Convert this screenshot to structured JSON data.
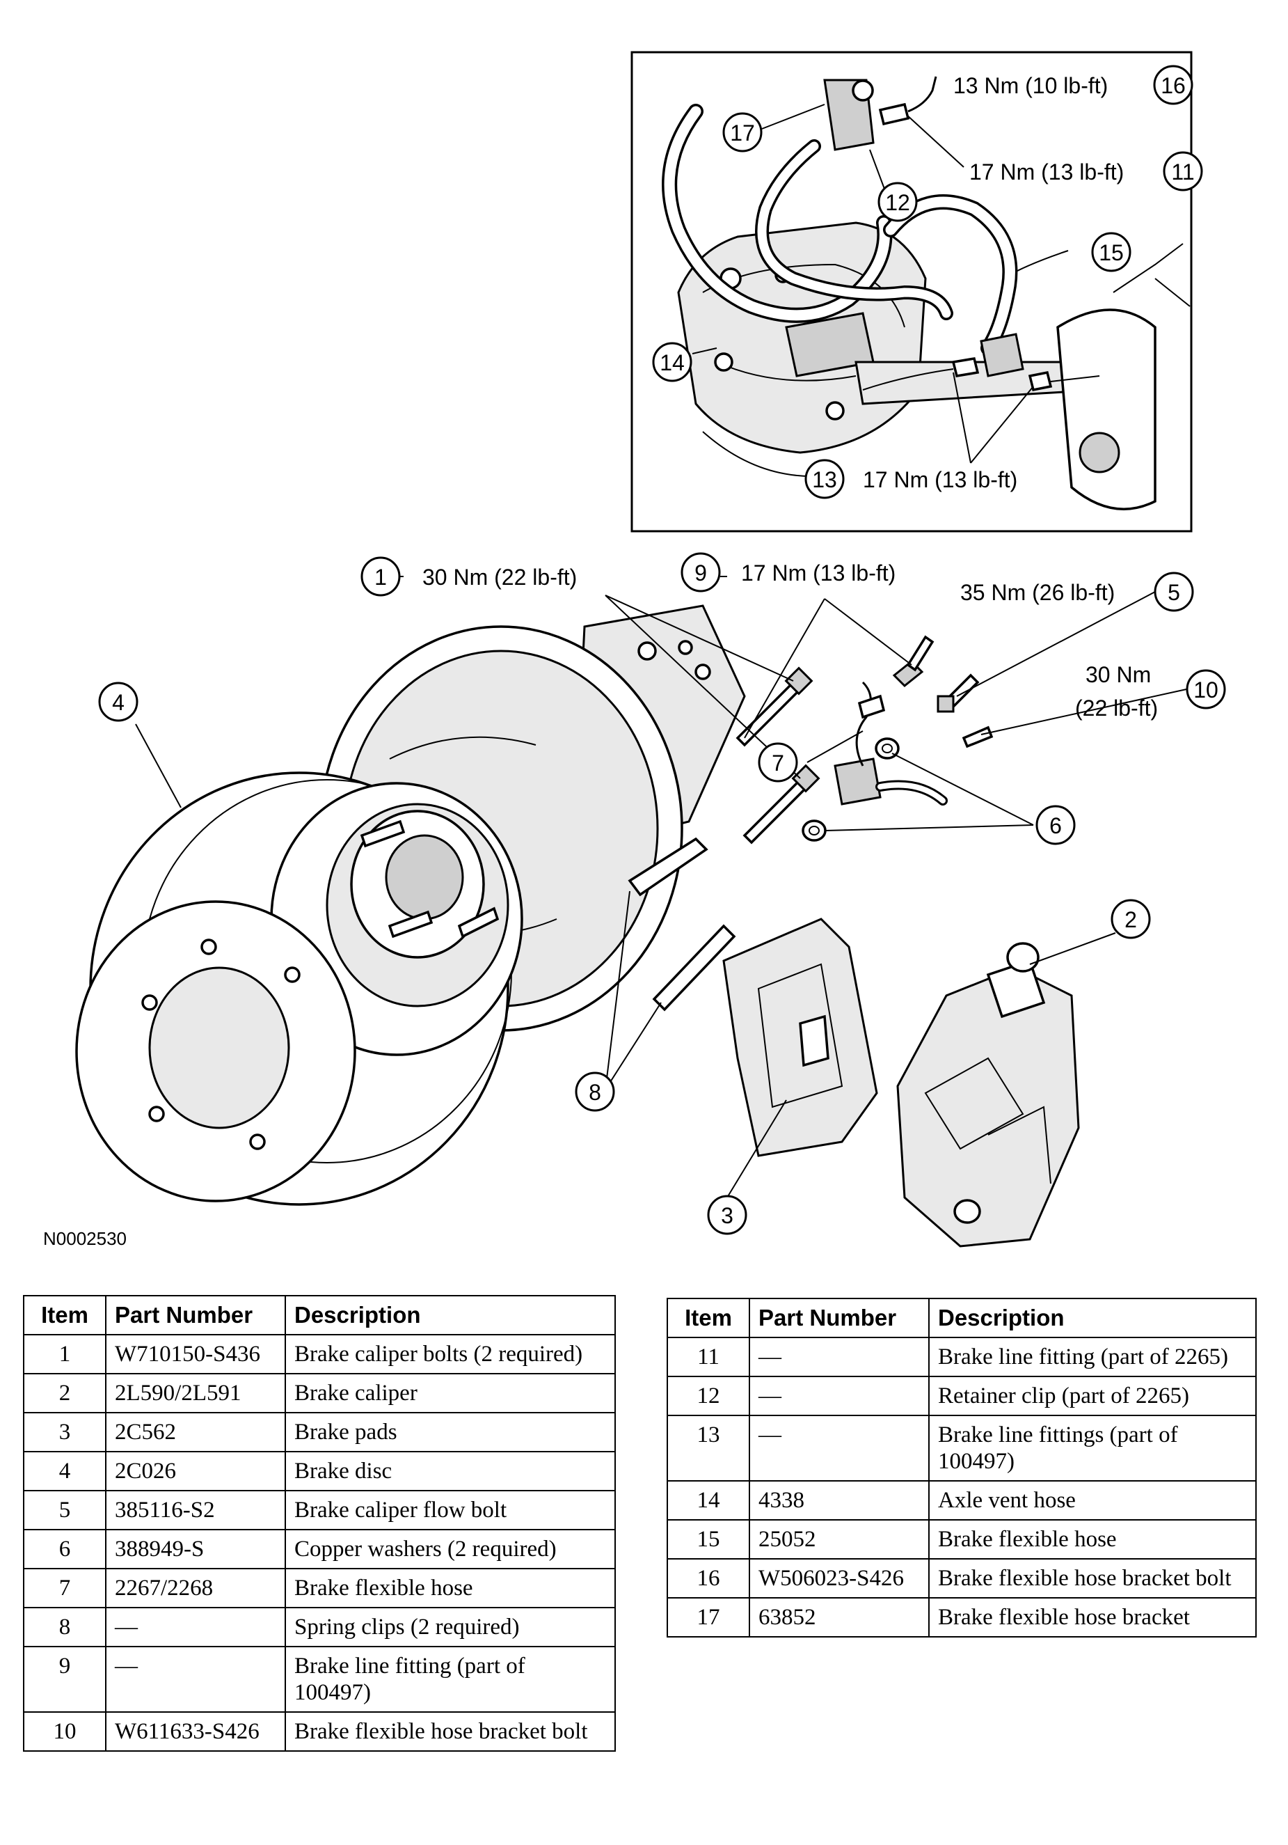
{
  "figure_id": "N0002530",
  "callouts": {
    "c1": {
      "num": "1",
      "torque": "30 Nm (22 lb-ft)"
    },
    "c2": {
      "num": "2"
    },
    "c3": {
      "num": "3"
    },
    "c4": {
      "num": "4"
    },
    "c5": {
      "num": "5",
      "torque": "35 Nm (26 lb-ft)"
    },
    "c6": {
      "num": "6"
    },
    "c7": {
      "num": "7"
    },
    "c8": {
      "num": "8"
    },
    "c9": {
      "num": "9",
      "torque": "17 Nm (13 lb-ft)"
    },
    "c10": {
      "num": "10",
      "torque_line1": "30 Nm",
      "torque_line2": "(22 lb-ft)"
    },
    "c11": {
      "num": "11",
      "torque": "17 Nm (13 lb-ft)"
    },
    "c12": {
      "num": "12"
    },
    "c13": {
      "num": "13",
      "torque": "17 Nm (13 lb-ft)"
    },
    "c14": {
      "num": "14"
    },
    "c15": {
      "num": "15"
    },
    "c16": {
      "num": "16",
      "torque": "13 Nm (10 lb-ft)"
    },
    "c17": {
      "num": "17"
    }
  },
  "table_headers": {
    "item": "Item",
    "part_number": "Part Number",
    "description": "Description"
  },
  "table_left": [
    {
      "item": "1",
      "part": "W710150-S436",
      "desc": "Brake caliper bolts (2 required)"
    },
    {
      "item": "2",
      "part": "2L590/2L591",
      "desc": "Brake caliper"
    },
    {
      "item": "3",
      "part": "2C562",
      "desc": "Brake pads"
    },
    {
      "item": "4",
      "part": "2C026",
      "desc": "Brake disc"
    },
    {
      "item": "5",
      "part": "385116-S2",
      "desc": "Brake caliper flow bolt"
    },
    {
      "item": "6",
      "part": "388949-S",
      "desc": "Copper washers (2 required)"
    },
    {
      "item": "7",
      "part": "2267/2268",
      "desc": "Brake flexible hose"
    },
    {
      "item": "8",
      "part": "—",
      "desc": "Spring clips (2 required)"
    },
    {
      "item": "9",
      "part": "—",
      "desc": "Brake line fitting (part of 100497)"
    },
    {
      "item": "10",
      "part": "W611633-S426",
      "desc": "Brake flexible hose bracket bolt"
    }
  ],
  "table_right": [
    {
      "item": "11",
      "part": "—",
      "desc": "Brake line fitting (part of 2265)"
    },
    {
      "item": "12",
      "part": "—",
      "desc": "Retainer clip (part of 2265)"
    },
    {
      "item": "13",
      "part": "—",
      "desc": "Brake line fittings (part of 100497)"
    },
    {
      "item": "14",
      "part": "4338",
      "desc": "Axle vent hose"
    },
    {
      "item": "15",
      "part": "25052",
      "desc": "Brake flexible hose"
    },
    {
      "item": "16",
      "part": "W506023-S426",
      "desc": "Brake flexible hose bracket bolt"
    },
    {
      "item": "17",
      "part": "63852",
      "desc": "Brake flexible hose bracket"
    }
  ]
}
